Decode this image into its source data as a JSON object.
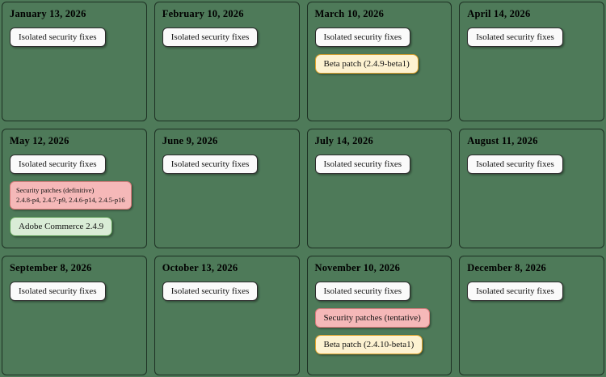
{
  "colors": {
    "background": "#4e7a59",
    "card_border": "#1d3023",
    "default_bg": "#fafafa",
    "default_border": "#2b2b2b",
    "beta_bg": "#fdf2d1",
    "beta_border": "#dfa32c",
    "security_bg": "#f5b8b8",
    "security_border": "#d97b7b",
    "release_bg": "#d9ecd6",
    "release_border": "#55984f"
  },
  "months": [
    {
      "title": "January 13, 2026",
      "items": [
        {
          "type": "default",
          "label": "Isolated security fixes"
        }
      ]
    },
    {
      "title": "February 10, 2026",
      "items": [
        {
          "type": "default",
          "label": "Isolated security fixes"
        }
      ]
    },
    {
      "title": "March 10, 2026",
      "items": [
        {
          "type": "default",
          "label": "Isolated security fixes"
        },
        {
          "type": "beta",
          "label": "Beta patch (2.4.9-beta1)"
        }
      ]
    },
    {
      "title": "April 14, 2026",
      "items": [
        {
          "type": "default",
          "label": "Isolated security fixes"
        }
      ]
    },
    {
      "title": "May 12, 2026",
      "items": [
        {
          "type": "default",
          "label": "Isolated security fixes"
        },
        {
          "type": "security",
          "small": true,
          "label": "Security patches (definitive)",
          "sublabel": "2.4.8-p4, 2.4.7-p9, 2.4.6-p14, 2.4.5-p16"
        },
        {
          "type": "release",
          "label": "Adobe Commerce 2.4.9"
        }
      ]
    },
    {
      "title": "June 9, 2026",
      "items": [
        {
          "type": "default",
          "label": "Isolated security fixes"
        }
      ]
    },
    {
      "title": "July 14, 2026",
      "items": [
        {
          "type": "default",
          "label": "Isolated security fixes"
        }
      ]
    },
    {
      "title": "August 11, 2026",
      "items": [
        {
          "type": "default",
          "label": "Isolated security fixes"
        }
      ]
    },
    {
      "title": "September 8, 2026",
      "items": [
        {
          "type": "default",
          "label": "Isolated security fixes"
        }
      ]
    },
    {
      "title": "October 13, 2026",
      "items": [
        {
          "type": "default",
          "label": "Isolated security fixes"
        }
      ]
    },
    {
      "title": "November 10, 2026",
      "items": [
        {
          "type": "default",
          "label": "Isolated security fixes"
        },
        {
          "type": "security",
          "label": "Security patches (tentative)"
        },
        {
          "type": "beta",
          "label": "Beta patch (2.4.10-beta1)"
        }
      ]
    },
    {
      "title": "December 8, 2026",
      "items": [
        {
          "type": "default",
          "label": "Isolated security fixes"
        }
      ]
    }
  ]
}
